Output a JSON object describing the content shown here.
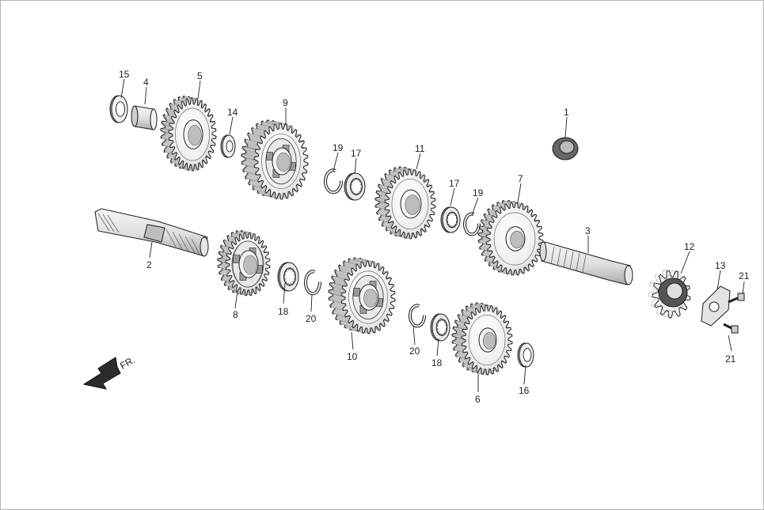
{
  "diagram": {
    "direction_label": "FR.",
    "callouts": {
      "c1": "1",
      "c2": "2",
      "c3": "3",
      "c4": "4",
      "c5": "5",
      "c6": "6",
      "c7": "7",
      "c8": "8",
      "c9": "9",
      "c10": "10",
      "c11": "11",
      "c12": "12",
      "c13": "13",
      "c14": "14",
      "c15": "15",
      "c16": "16",
      "c17a": "17",
      "c17b": "17",
      "c18a": "18",
      "c18b": "18",
      "c19a": "19",
      "c19b": "19",
      "c20a": "20",
      "c20b": "20",
      "c21a": "21",
      "c21b": "21"
    }
  }
}
